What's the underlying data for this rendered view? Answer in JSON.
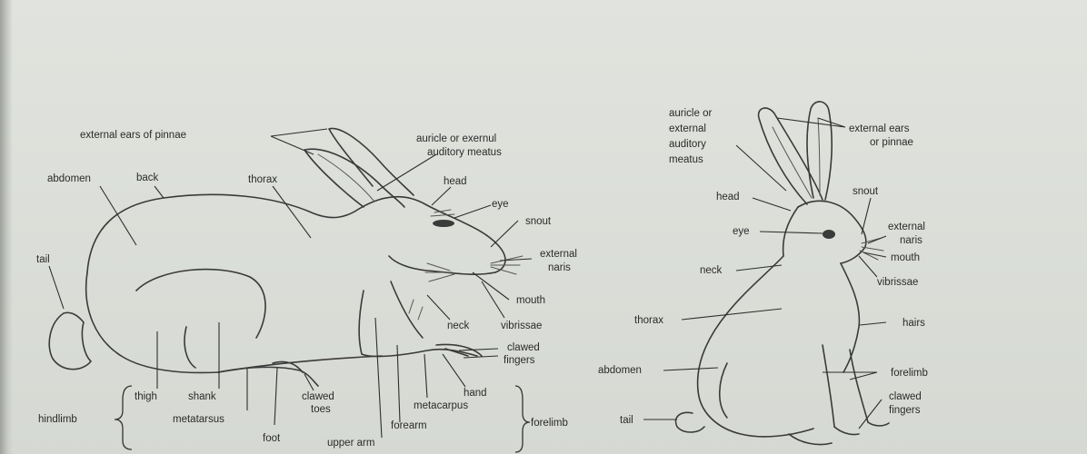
{
  "side_view": {
    "external_ears": "external ears of pinnae",
    "auricle_1": "auricle or exernul",
    "auricle_2": "auditory meatus",
    "abdomen": "abdomen",
    "back": "back",
    "thorax": "thorax",
    "head": "head",
    "eye": "eye",
    "snout": "snout",
    "external_nares_1": "external",
    "external_nares_2": "naris",
    "tail": "tail",
    "mouth": "mouth",
    "neck": "neck",
    "vibrissae": "vibrissae",
    "clawed_fingers_1": "clawed",
    "clawed_fingers_2": "fingers",
    "hand": "hand",
    "metacarpus": "metacarpus",
    "forelimb": "forelimb",
    "forearm": "forearm",
    "upper_arm": "upper arm",
    "foot": "foot",
    "clawed_toes_1": "clawed",
    "clawed_toes_2": "toes",
    "metatarsus": "metatarsus",
    "shank": "shank",
    "thigh": "thigh",
    "hindlimb": "hindlimb"
  },
  "front_view": {
    "auricle_1": "auricle or",
    "auricle_2": "external",
    "auricle_3": "auditory",
    "auricle_4": "meatus",
    "external_ears_1": "external ears",
    "external_ears_2": "or pinnae",
    "head": "head",
    "snout": "snout",
    "eye": "eye",
    "external_naris_1": "external",
    "external_naris_2": "naris",
    "mouth": "mouth",
    "neck": "neck",
    "vibrissae": "vibrissae",
    "thorax": "thorax",
    "hairs": "hairs",
    "abdomen": "abdomen",
    "forelimb": "forelimb",
    "clawed_fingers_1": "clawed",
    "clawed_fingers_2": "fingers",
    "tail": "tail"
  }
}
